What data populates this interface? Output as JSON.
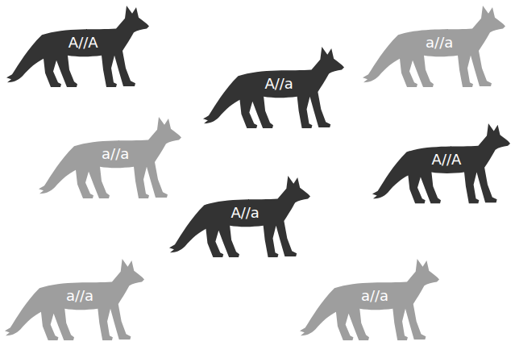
{
  "diagram": {
    "nodes": [
      {
        "text": [
          "A//A"
        ]
      },
      {
        "text": [
          "a//a"
        ]
      },
      {
        "text": [
          "A//a"
        ]
      },
      {
        "text": [
          "a//a"
        ]
      },
      {
        "text": [
          "A//A"
        ]
      },
      {
        "text": [
          "A//a"
        ]
      },
      {
        "text": [
          "a//a"
        ]
      },
      {
        "text": [
          "a//a"
        ]
      }
    ]
  }
}
